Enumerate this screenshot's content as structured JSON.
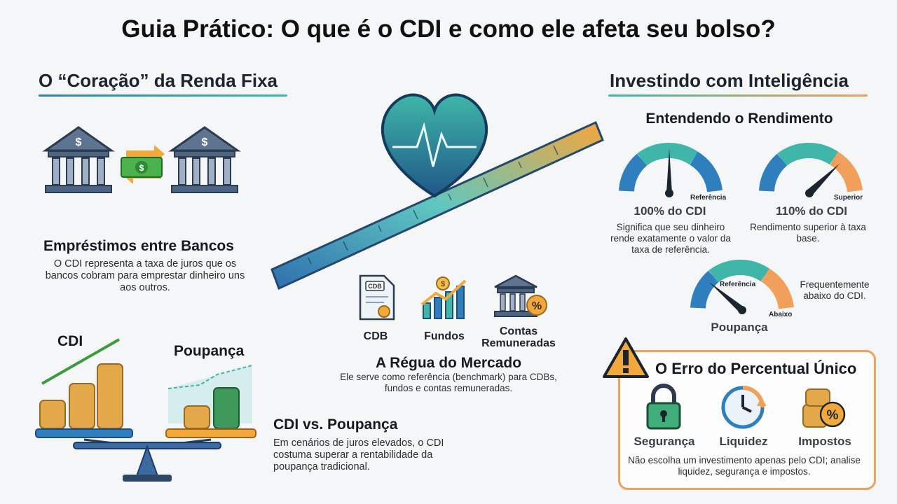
{
  "title": "Guia Prático: O que é o CDI e como ele afeta seu bolso?",
  "left": {
    "section_title": "O “Coração” da Renda Fixa",
    "loans_title": "Empréstimos entre Bancos",
    "loans_text": "O CDI representa a taxa de juros que os bancos cobram para emprestar dinheiro uns aos outros.",
    "cdi_label": "CDI",
    "poupanca_label": "Poupança"
  },
  "middle": {
    "products": [
      "CDB",
      "Fundos",
      "Contas Remuneradas"
    ],
    "ruler_title": "A Régua do Mercado",
    "ruler_text": "Ele serve como referência (benchmark) para CDBs, fundos e contas remuneradas.",
    "compare_title": "CDI vs. Poupança",
    "compare_text": "Em cenários de juros elevados, o CDI costuma superar a rentabilidade da poupança tradicional."
  },
  "right": {
    "section_title": "Investindo com Inteligência",
    "sub_title": "Entendendo o Rendimento",
    "gauge1": {
      "tag": "Referência",
      "value": "100% do CDI",
      "text": "Significa que seu dinheiro rende exatamente o valor da taxa de referência.",
      "level": 0.5
    },
    "gauge2": {
      "tag": "Superior",
      "value": "110% do CDI",
      "text": "Rendimento superior à taxa base.",
      "level": 0.8
    },
    "gauge3": {
      "tag_top": "Referência",
      "tag_low": "Abaixo",
      "value": "Poupança",
      "text": "Frequentemente abaixo do CDI.",
      "level": 0.3
    },
    "warning": {
      "title": "O Erro do Percentual Único",
      "items": [
        "Segurança",
        "Liquidez",
        "Impostos"
      ],
      "text": "Não escolha um investimento apenas pelo CDI; analise liquidez, segurança e impostos."
    }
  },
  "colors": {
    "teal": "#3fb6a8",
    "blue": "#2f7fbf",
    "orange": "#f0a05a",
    "green": "#3e9a3e"
  }
}
